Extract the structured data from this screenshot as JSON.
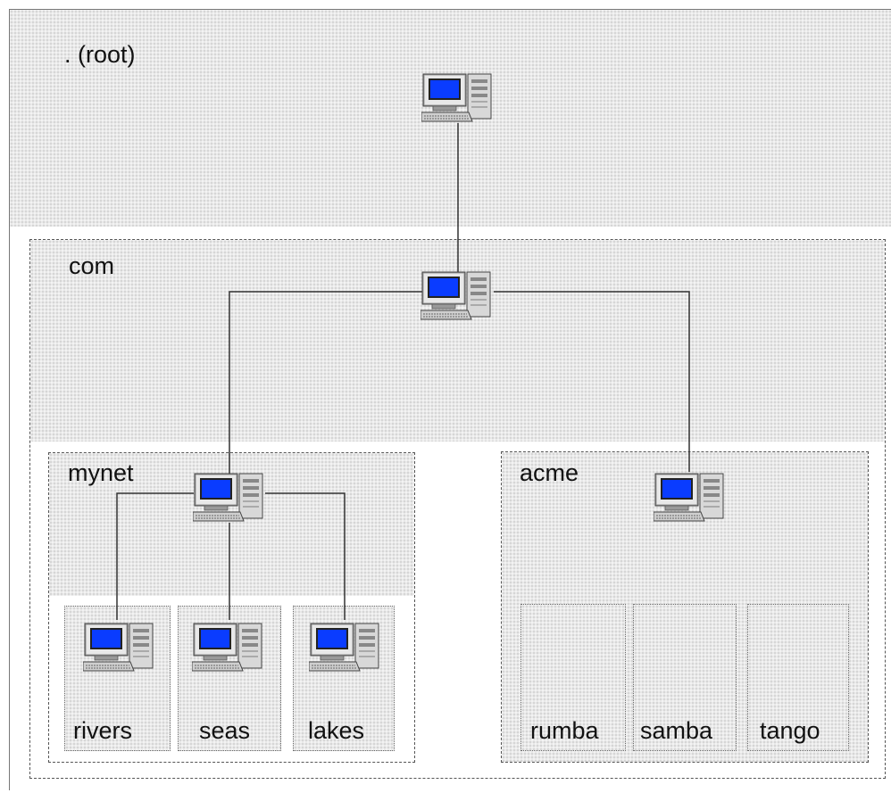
{
  "zones": {
    "root": {
      "label": ". (root)"
    },
    "com": {
      "label": "com"
    },
    "mynet": {
      "label": "mynet"
    },
    "acme": {
      "label": "acme"
    }
  },
  "leaves": {
    "rivers": "rivers",
    "seas": "seas",
    "lakes": "lakes",
    "rumba": "rumba",
    "samba": "samba",
    "tango": "tango"
  },
  "icons": {
    "computer": "computer-icon"
  },
  "colors": {
    "screen": "#0a3cff",
    "shade": "#e9e9e9",
    "line": "#333333"
  }
}
